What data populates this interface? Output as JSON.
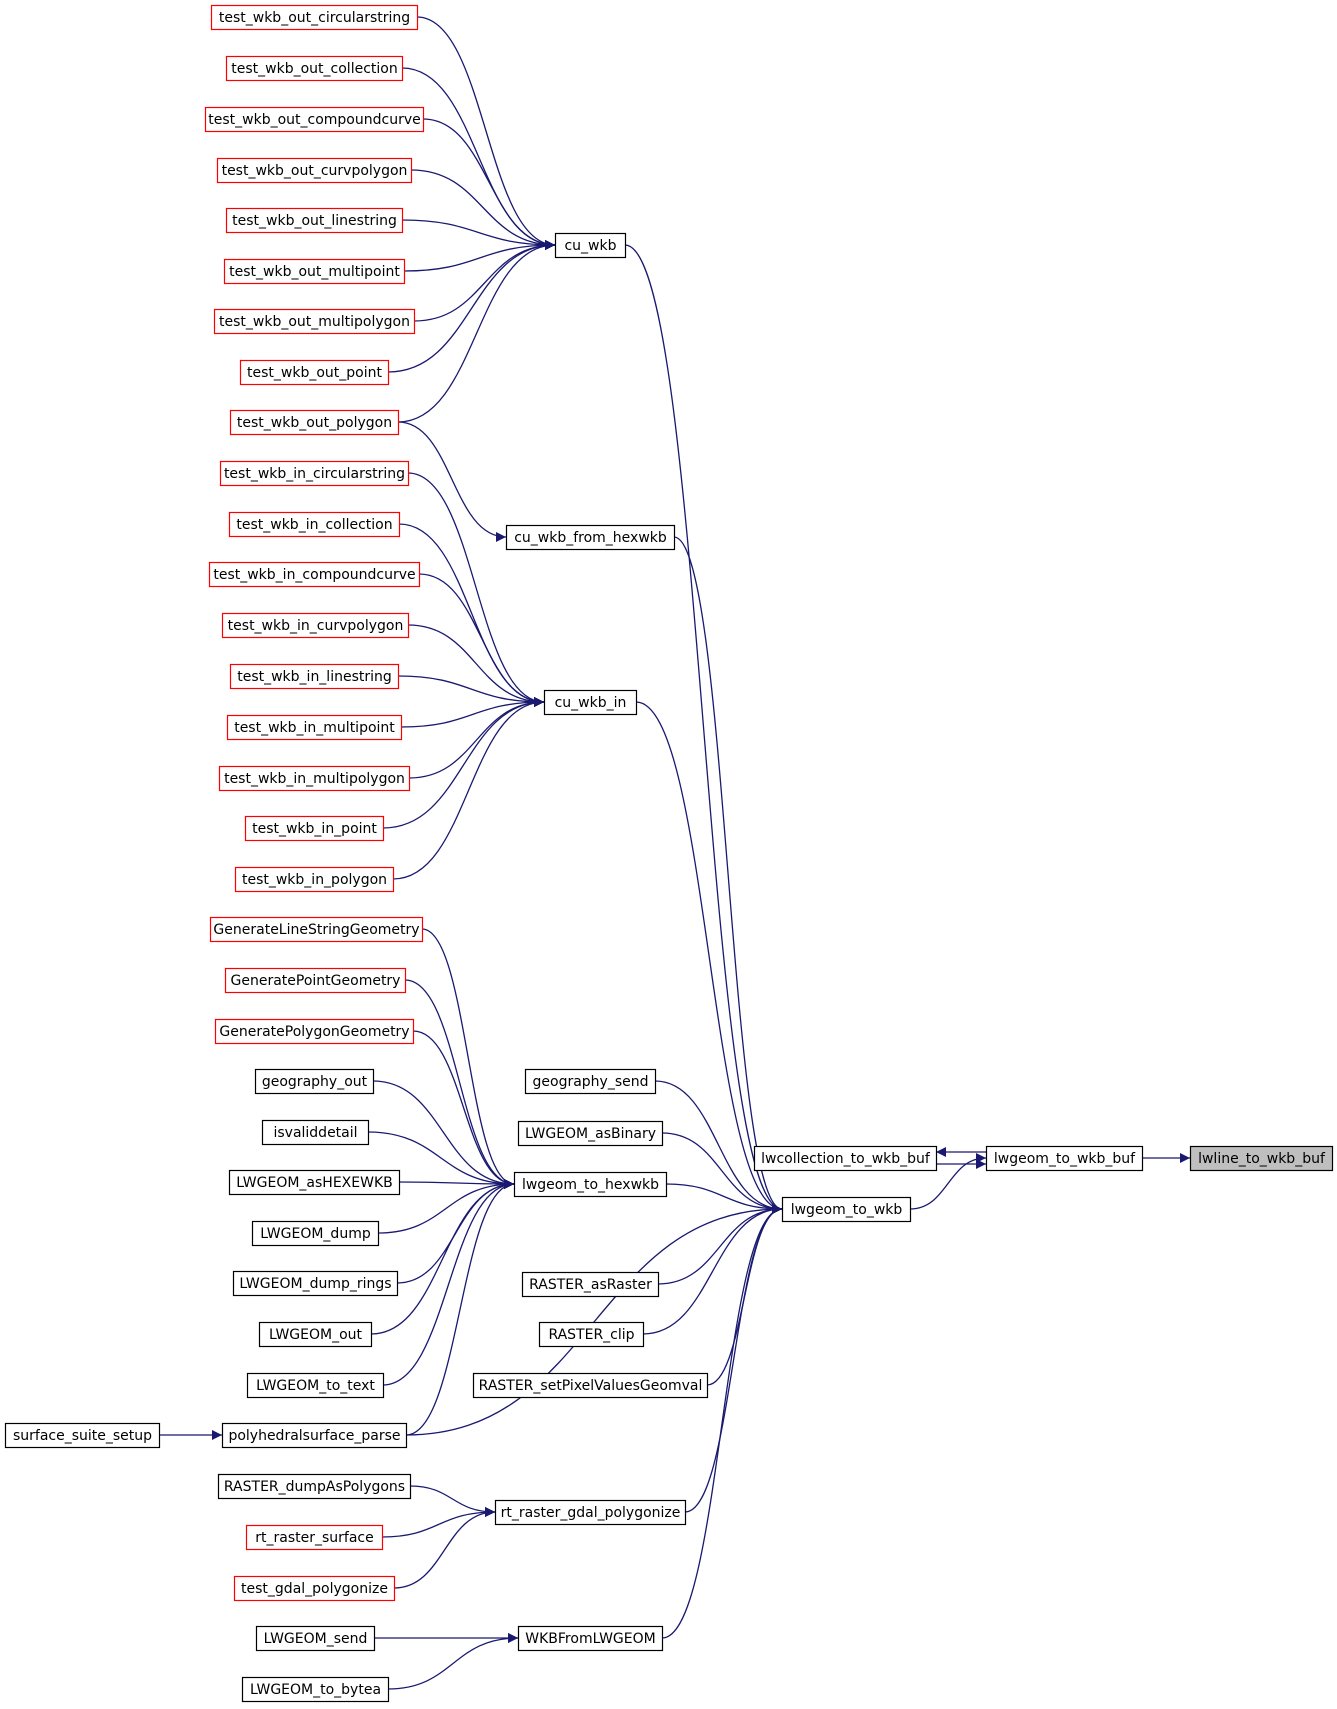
{
  "colors": {
    "edge": "#191970",
    "focus_fill": "#bfbfbf",
    "node_fill": "#ffffff",
    "border_default": "#000000",
    "border_truncated": "#ff0000"
  },
  "nodes": [
    {
      "id": "test_wkb_out_circularstring",
      "label": "test_wkb_out_circularstring",
      "border": "red"
    },
    {
      "id": "test_wkb_out_collection",
      "label": "test_wkb_out_collection",
      "border": "red"
    },
    {
      "id": "test_wkb_out_compoundcurve",
      "label": "test_wkb_out_compoundcurve",
      "border": "red"
    },
    {
      "id": "test_wkb_out_curvpolygon",
      "label": "test_wkb_out_curvpolygon",
      "border": "red"
    },
    {
      "id": "test_wkb_out_linestring",
      "label": "test_wkb_out_linestring",
      "border": "red"
    },
    {
      "id": "test_wkb_out_multipoint",
      "label": "test_wkb_out_multipoint",
      "border": "red"
    },
    {
      "id": "test_wkb_out_multipolygon",
      "label": "test_wkb_out_multipolygon",
      "border": "red"
    },
    {
      "id": "test_wkb_out_point",
      "label": "test_wkb_out_point",
      "border": "red"
    },
    {
      "id": "test_wkb_out_polygon",
      "label": "test_wkb_out_polygon",
      "border": "red"
    },
    {
      "id": "test_wkb_in_circularstring",
      "label": "test_wkb_in_circularstring",
      "border": "red"
    },
    {
      "id": "test_wkb_in_collection",
      "label": "test_wkb_in_collection",
      "border": "red"
    },
    {
      "id": "test_wkb_in_compoundcurve",
      "label": "test_wkb_in_compoundcurve",
      "border": "red"
    },
    {
      "id": "test_wkb_in_curvpolygon",
      "label": "test_wkb_in_curvpolygon",
      "border": "red"
    },
    {
      "id": "test_wkb_in_linestring",
      "label": "test_wkb_in_linestring",
      "border": "red"
    },
    {
      "id": "test_wkb_in_multipoint",
      "label": "test_wkb_in_multipoint",
      "border": "red"
    },
    {
      "id": "test_wkb_in_multipolygon",
      "label": "test_wkb_in_multipolygon",
      "border": "red"
    },
    {
      "id": "test_wkb_in_point",
      "label": "test_wkb_in_point",
      "border": "red"
    },
    {
      "id": "test_wkb_in_polygon",
      "label": "test_wkb_in_polygon",
      "border": "red"
    },
    {
      "id": "GenerateLineStringGeometry",
      "label": "GenerateLineStringGeometry",
      "border": "red"
    },
    {
      "id": "GeneratePointGeometry",
      "label": "GeneratePointGeometry",
      "border": "red"
    },
    {
      "id": "GeneratePolygonGeometry",
      "label": "GeneratePolygonGeometry",
      "border": "red"
    },
    {
      "id": "geography_out",
      "label": "geography_out",
      "border": "black"
    },
    {
      "id": "isvaliddetail",
      "label": "isvaliddetail",
      "border": "black"
    },
    {
      "id": "LWGEOM_asHEXEWKB",
      "label": "LWGEOM_asHEXEWKB",
      "border": "black"
    },
    {
      "id": "LWGEOM_dump",
      "label": "LWGEOM_dump",
      "border": "black"
    },
    {
      "id": "LWGEOM_dump_rings",
      "label": "LWGEOM_dump_rings",
      "border": "black"
    },
    {
      "id": "LWGEOM_out",
      "label": "LWGEOM_out",
      "border": "black"
    },
    {
      "id": "LWGEOM_to_text",
      "label": "LWGEOM_to_text",
      "border": "black"
    },
    {
      "id": "surface_suite_setup",
      "label": "surface_suite_setup",
      "border": "black"
    },
    {
      "id": "polyhedralsurface_parse",
      "label": "polyhedralsurface_parse",
      "border": "black"
    },
    {
      "id": "RASTER_dumpAsPolygons",
      "label": "RASTER_dumpAsPolygons",
      "border": "black"
    },
    {
      "id": "rt_raster_surface",
      "label": "rt_raster_surface",
      "border": "red"
    },
    {
      "id": "test_gdal_polygonize",
      "label": "test_gdal_polygonize",
      "border": "red"
    },
    {
      "id": "LWGEOM_send",
      "label": "LWGEOM_send",
      "border": "black"
    },
    {
      "id": "LWGEOM_to_bytea",
      "label": "LWGEOM_to_bytea",
      "border": "black"
    },
    {
      "id": "cu_wkb",
      "label": "cu_wkb",
      "border": "black"
    },
    {
      "id": "cu_wkb_from_hexwkb",
      "label": "cu_wkb_from_hexwkb",
      "border": "black"
    },
    {
      "id": "cu_wkb_in",
      "label": "cu_wkb_in",
      "border": "black"
    },
    {
      "id": "geography_send",
      "label": "geography_send",
      "border": "black"
    },
    {
      "id": "LWGEOM_asBinary",
      "label": "LWGEOM_asBinary",
      "border": "black"
    },
    {
      "id": "lwgeom_to_hexwkb",
      "label": "lwgeom_to_hexwkb",
      "border": "black"
    },
    {
      "id": "RASTER_asRaster",
      "label": "RASTER_asRaster",
      "border": "black"
    },
    {
      "id": "RASTER_clip",
      "label": "RASTER_clip",
      "border": "black"
    },
    {
      "id": "RASTER_setPixelValuesGeomval",
      "label": "RASTER_setPixelValuesGeomval",
      "border": "black"
    },
    {
      "id": "rt_raster_gdal_polygonize",
      "label": "rt_raster_gdal_polygonize",
      "border": "black"
    },
    {
      "id": "WKBFromLWGEOM",
      "label": "WKBFromLWGEOM",
      "border": "black"
    },
    {
      "id": "lwcollection_to_wkb_buf",
      "label": "lwcollection_to_wkb_buf",
      "border": "black"
    },
    {
      "id": "lwgeom_to_wkb",
      "label": "lwgeom_to_wkb",
      "border": "black"
    },
    {
      "id": "lwgeom_to_wkb_buf",
      "label": "lwgeom_to_wkb_buf",
      "border": "black"
    },
    {
      "id": "lwline_to_wkb_buf",
      "label": "lwline_to_wkb_buf",
      "border": "black",
      "focus": true
    }
  ],
  "edges": [
    {
      "from": "test_wkb_out_circularstring",
      "to": "cu_wkb"
    },
    {
      "from": "test_wkb_out_collection",
      "to": "cu_wkb"
    },
    {
      "from": "test_wkb_out_compoundcurve",
      "to": "cu_wkb"
    },
    {
      "from": "test_wkb_out_curvpolygon",
      "to": "cu_wkb"
    },
    {
      "from": "test_wkb_out_linestring",
      "to": "cu_wkb"
    },
    {
      "from": "test_wkb_out_multipoint",
      "to": "cu_wkb"
    },
    {
      "from": "test_wkb_out_multipolygon",
      "to": "cu_wkb"
    },
    {
      "from": "test_wkb_out_point",
      "to": "cu_wkb"
    },
    {
      "from": "test_wkb_out_polygon",
      "to": "cu_wkb"
    },
    {
      "from": "test_wkb_out_polygon",
      "to": "cu_wkb_from_hexwkb"
    },
    {
      "from": "test_wkb_in_circularstring",
      "to": "cu_wkb_in"
    },
    {
      "from": "test_wkb_in_collection",
      "to": "cu_wkb_in"
    },
    {
      "from": "test_wkb_in_compoundcurve",
      "to": "cu_wkb_in"
    },
    {
      "from": "test_wkb_in_curvpolygon",
      "to": "cu_wkb_in"
    },
    {
      "from": "test_wkb_in_linestring",
      "to": "cu_wkb_in"
    },
    {
      "from": "test_wkb_in_multipoint",
      "to": "cu_wkb_in"
    },
    {
      "from": "test_wkb_in_multipolygon",
      "to": "cu_wkb_in"
    },
    {
      "from": "test_wkb_in_point",
      "to": "cu_wkb_in"
    },
    {
      "from": "test_wkb_in_polygon",
      "to": "cu_wkb_in"
    },
    {
      "from": "GenerateLineStringGeometry",
      "to": "lwgeom_to_hexwkb"
    },
    {
      "from": "GeneratePointGeometry",
      "to": "lwgeom_to_hexwkb"
    },
    {
      "from": "GeneratePolygonGeometry",
      "to": "lwgeom_to_hexwkb"
    },
    {
      "from": "geography_out",
      "to": "lwgeom_to_hexwkb"
    },
    {
      "from": "isvaliddetail",
      "to": "lwgeom_to_hexwkb"
    },
    {
      "from": "LWGEOM_asHEXEWKB",
      "to": "lwgeom_to_hexwkb"
    },
    {
      "from": "LWGEOM_dump",
      "to": "lwgeom_to_hexwkb"
    },
    {
      "from": "LWGEOM_dump_rings",
      "to": "lwgeom_to_hexwkb"
    },
    {
      "from": "LWGEOM_out",
      "to": "lwgeom_to_hexwkb"
    },
    {
      "from": "LWGEOM_to_text",
      "to": "lwgeom_to_hexwkb"
    },
    {
      "from": "polyhedralsurface_parse",
      "to": "lwgeom_to_hexwkb"
    },
    {
      "from": "surface_suite_setup",
      "to": "polyhedralsurface_parse"
    },
    {
      "from": "RASTER_dumpAsPolygons",
      "to": "rt_raster_gdal_polygonize"
    },
    {
      "from": "rt_raster_surface",
      "to": "rt_raster_gdal_polygonize"
    },
    {
      "from": "test_gdal_polygonize",
      "to": "rt_raster_gdal_polygonize"
    },
    {
      "from": "LWGEOM_send",
      "to": "WKBFromLWGEOM"
    },
    {
      "from": "LWGEOM_to_bytea",
      "to": "WKBFromLWGEOM"
    },
    {
      "from": "cu_wkb",
      "to": "lwgeom_to_wkb"
    },
    {
      "from": "cu_wkb_from_hexwkb",
      "to": "lwgeom_to_wkb"
    },
    {
      "from": "cu_wkb_in",
      "to": "lwgeom_to_wkb"
    },
    {
      "from": "geography_send",
      "to": "lwgeom_to_wkb"
    },
    {
      "from": "LWGEOM_asBinary",
      "to": "lwgeom_to_wkb"
    },
    {
      "from": "lwgeom_to_hexwkb",
      "to": "lwgeom_to_wkb"
    },
    {
      "from": "polyhedralsurface_parse",
      "to": "lwgeom_to_wkb"
    },
    {
      "from": "RASTER_asRaster",
      "to": "lwgeom_to_wkb"
    },
    {
      "from": "RASTER_clip",
      "to": "lwgeom_to_wkb"
    },
    {
      "from": "RASTER_setPixelValuesGeomval",
      "to": "lwgeom_to_wkb"
    },
    {
      "from": "rt_raster_gdal_polygonize",
      "to": "lwgeom_to_wkb"
    },
    {
      "from": "WKBFromLWGEOM",
      "to": "lwgeom_to_wkb"
    },
    {
      "from": "lwcollection_to_wkb_buf",
      "to": "lwgeom_to_wkb_buf"
    },
    {
      "from": "lwgeom_to_wkb_buf",
      "to": "lwcollection_to_wkb_buf"
    },
    {
      "from": "lwgeom_to_wkb",
      "to": "lwgeom_to_wkb_buf"
    },
    {
      "from": "lwgeom_to_wkb_buf",
      "to": "lwline_to_wkb_buf"
    }
  ]
}
